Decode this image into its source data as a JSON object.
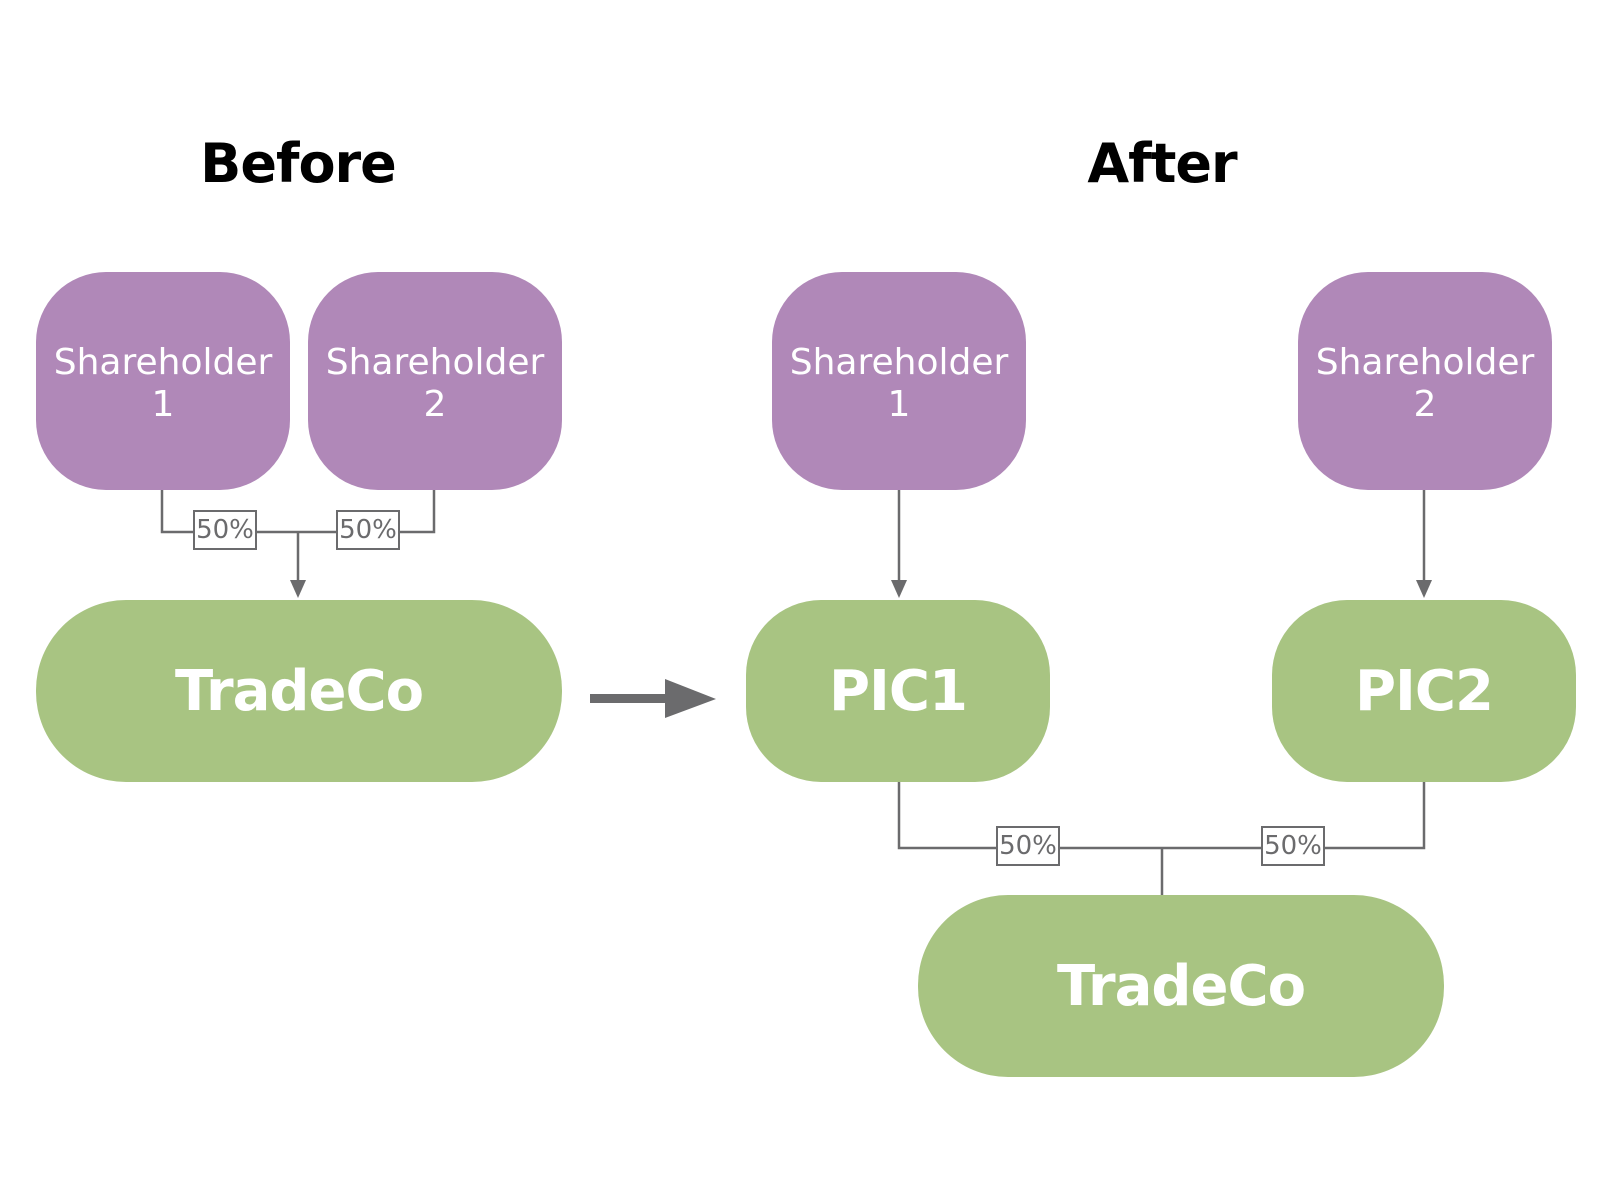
{
  "before": {
    "heading": "Before",
    "shareholder1": {
      "line1": "Shareholder",
      "line2": "1"
    },
    "shareholder2": {
      "line1": "Shareholder",
      "line2": "2"
    },
    "company": "TradeCo",
    "ownership1": "50%",
    "ownership2": "50%"
  },
  "after": {
    "heading": "After",
    "shareholder1": {
      "line1": "Shareholder",
      "line2": "1"
    },
    "shareholder2": {
      "line1": "Shareholder",
      "line2": "2"
    },
    "pic1": "PIC1",
    "pic2": "PIC2",
    "company": "TradeCo",
    "ownership1": "50%",
    "ownership2": "50%"
  },
  "colors": {
    "shareholder": "#b088b8",
    "company": "#a8c482",
    "connector": "#6b6b6d"
  }
}
